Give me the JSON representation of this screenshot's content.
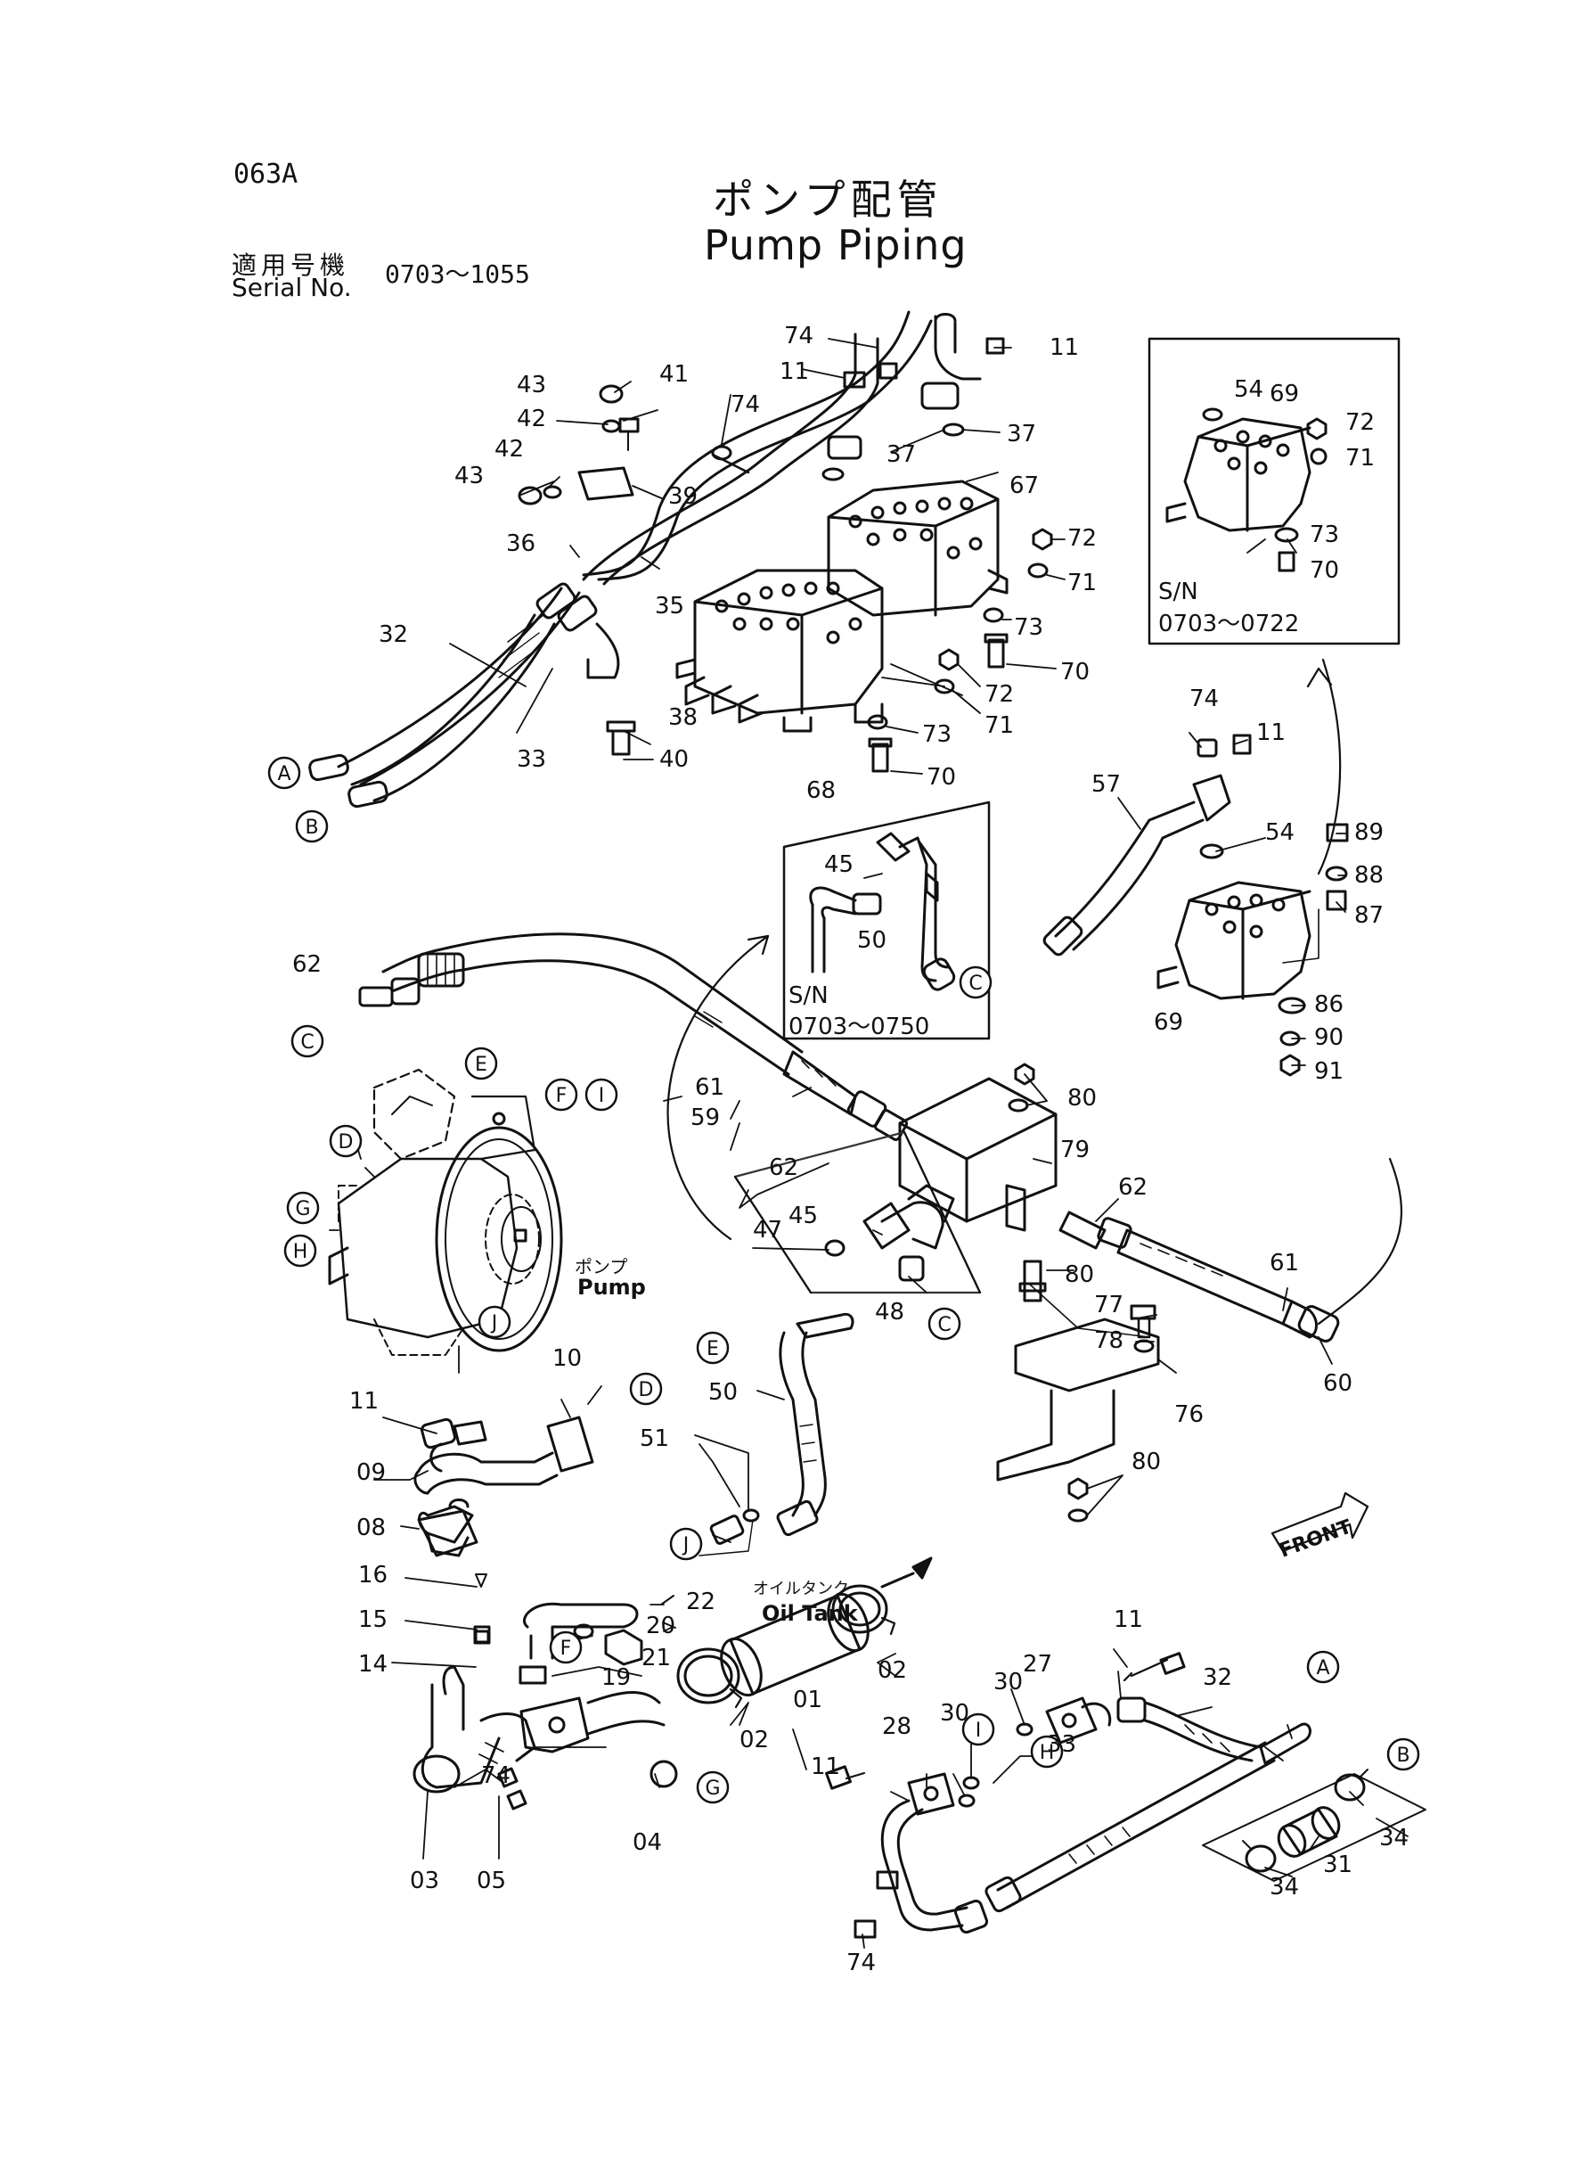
{
  "header": {
    "code": "063A",
    "title_jp": "ポンプ配管",
    "title_en": "Pump Piping",
    "serial_label_jp": "適用号機",
    "serial_label_en": "Serial No.",
    "serial_range": "0703～1055"
  },
  "pump_label": {
    "jp": "ポンプ",
    "en": "Pump"
  },
  "oil_tank_label": {
    "jp": "オイルタンク",
    "en": "Oil Tank"
  },
  "front_label": "FRONT",
  "inset_valve": {
    "sn_label": "S/N",
    "sn_range": "0703～0722"
  },
  "inset_pipe": {
    "sn_label": "S/N",
    "sn_range": "0703～0750"
  },
  "callouts": [
    "A",
    "B",
    "C",
    "D",
    "E",
    "F",
    "G",
    "H",
    "I",
    "J"
  ],
  "parts": {
    "p01": "01",
    "p02": "02",
    "p03": "03",
    "p04": "04",
    "p05": "05",
    "p08": "08",
    "p09": "09",
    "p10": "10",
    "p11": "11",
    "p14": "14",
    "p15": "15",
    "p16": "16",
    "p19": "19",
    "p20": "20",
    "p21": "21",
    "p22": "22",
    "p27": "27",
    "p28": "28",
    "p30": "30",
    "p31": "31",
    "p32": "32",
    "p33": "33",
    "p34": "34",
    "p35": "35",
    "p36": "36",
    "p37": "37",
    "p38": "38",
    "p39": "39",
    "p40": "40",
    "p41": "41",
    "p42": "42",
    "p43": "43",
    "p45": "45",
    "p47": "47",
    "p48": "48",
    "p50": "50",
    "p51": "51",
    "p54": "54",
    "p57": "57",
    "p59": "59",
    "p60": "60",
    "p61": "61",
    "p62": "62",
    "p67": "67",
    "p68": "68",
    "p69": "69",
    "p70": "70",
    "p71": "71",
    "p72": "72",
    "p73": "73",
    "p74": "74",
    "p76": "76",
    "p77": "77",
    "p78": "78",
    "p79": "79",
    "p80": "80",
    "p86": "86",
    "p87": "87",
    "p88": "88",
    "p89": "89",
    "p90": "90",
    "p91": "91"
  }
}
